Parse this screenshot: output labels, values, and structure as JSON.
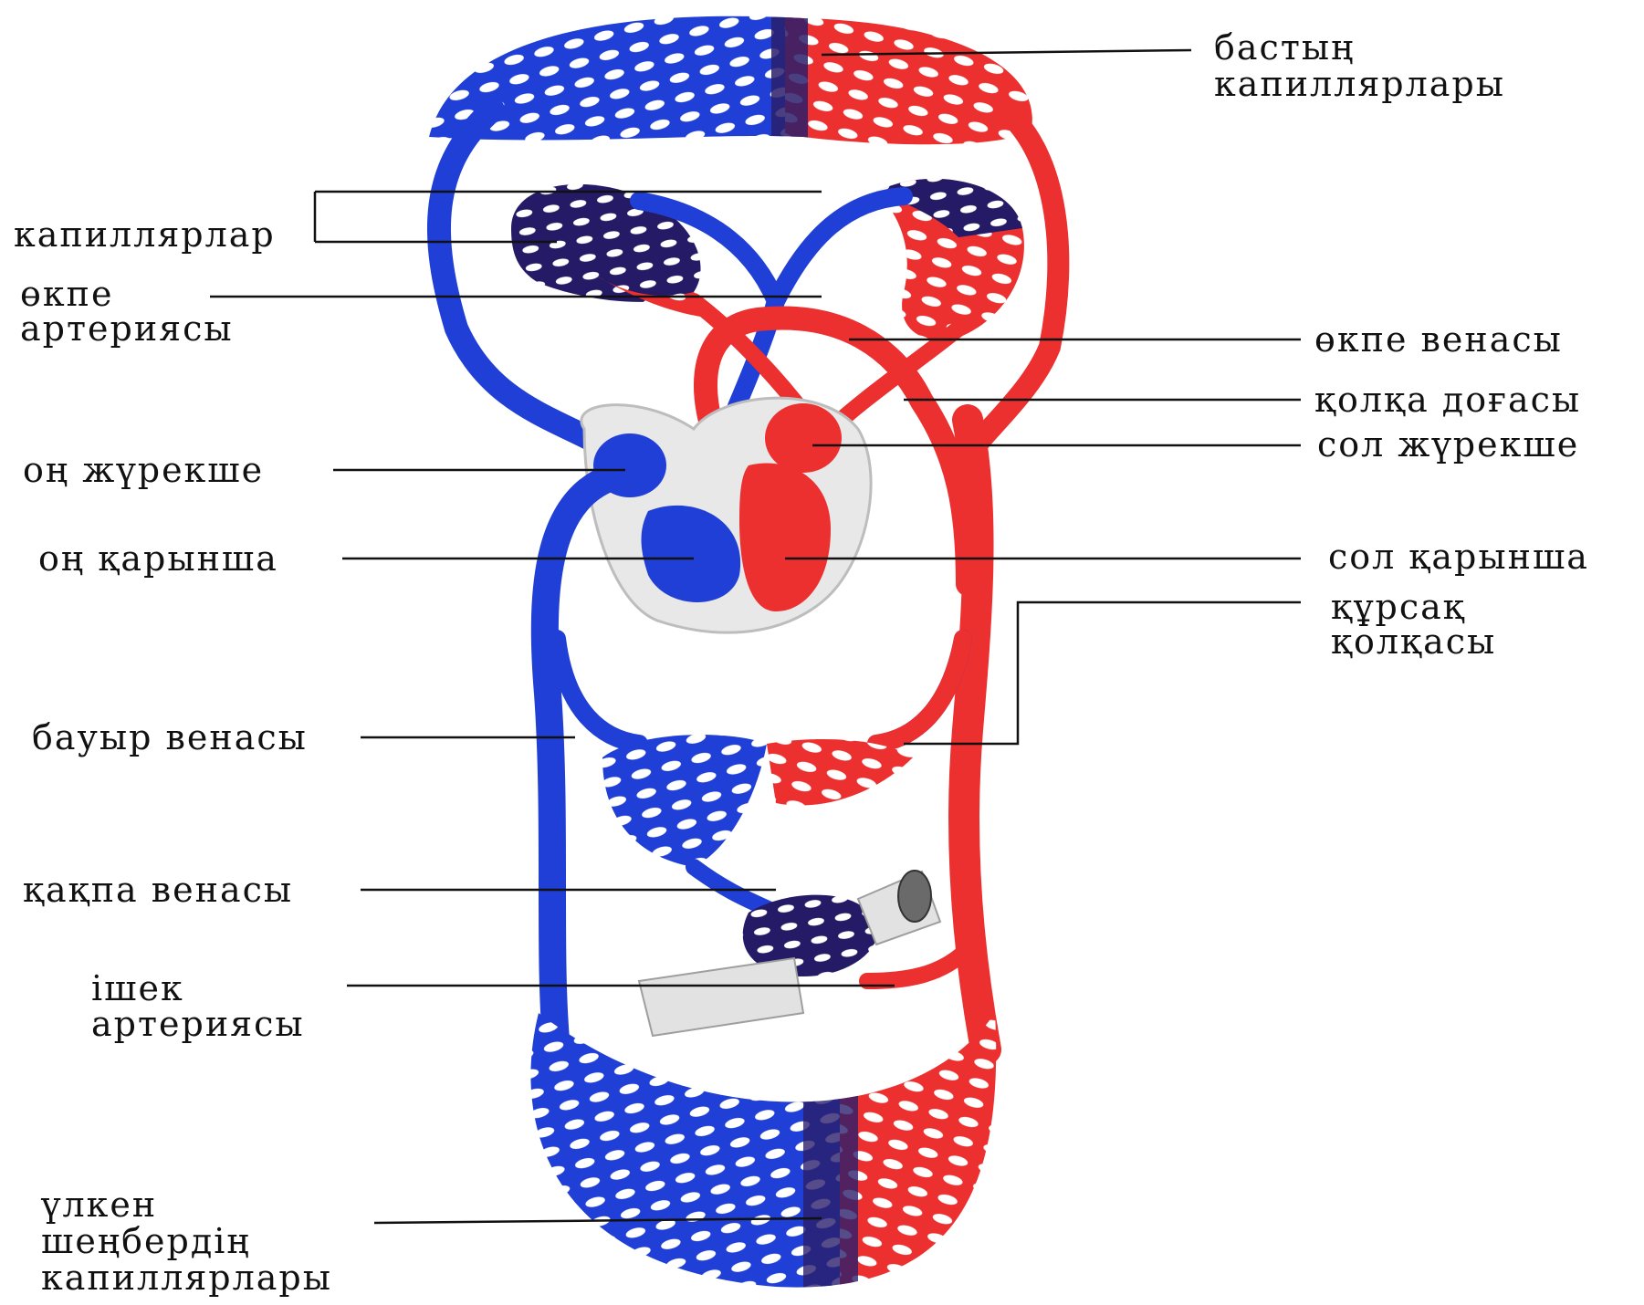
{
  "colors": {
    "venous": "#1f3fd6",
    "arterial": "#ec2f2f",
    "mixed": "#2a1f6b",
    "leader": "#111111",
    "organ": "#d9d9d9"
  },
  "labels": {
    "head_capillaries_1": "бастың",
    "head_capillaries_2": "капиллярлары",
    "capillaries": "капиллярлар",
    "pulmonary_artery_1": "өкпе",
    "pulmonary_artery_2": "артериясы",
    "pulmonary_vein": "өкпе венасы",
    "aortic_arch": "қолқа доғасы",
    "left_atrium": "сол жүрекше",
    "right_atrium": "оң жүрекше",
    "right_ventricle": "оң қарынша",
    "left_ventricle": "сол қарынша",
    "abdominal_aorta_1": "құрсақ",
    "abdominal_aorta_2": "қолқасы",
    "hepatic_vein": "бауыр венасы",
    "portal_vein": "қақпа венасы",
    "intestinal_artery_1": "ішек",
    "intestinal_artery_2": "артериясы",
    "systemic_capillaries_1": "үлкен",
    "systemic_capillaries_2": "шеңбердің",
    "systemic_capillaries_3": "капиллярлары"
  }
}
